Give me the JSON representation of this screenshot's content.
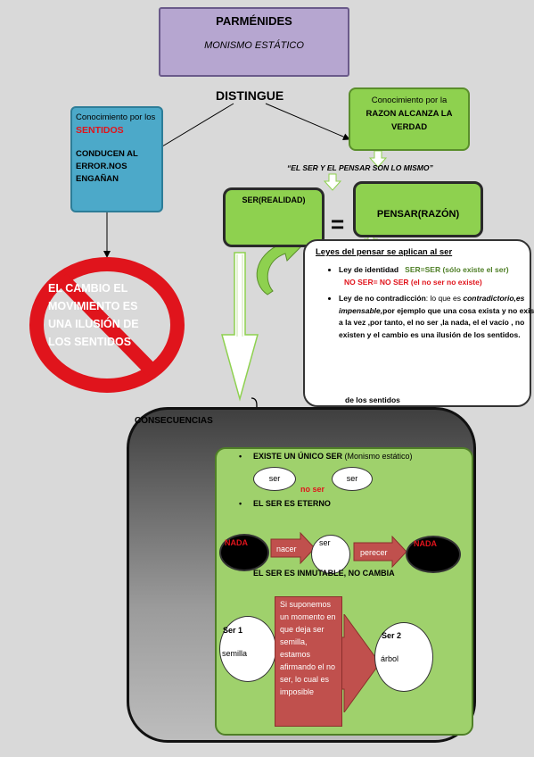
{
  "title_box": {
    "title": "PARMÉNIDES",
    "subtitle": "MONISMO ESTÁTICO"
  },
  "distingue": "DISTINGUE",
  "sentidos": {
    "line1": "Conocimiento por los",
    "highlight": "SENTIDOS",
    "body": "CONDUCEN AL ERROR.NOS ENGAÑAN"
  },
  "razon": {
    "line1": "Conocimiento por   la",
    "body": "RAZON ALCANZA LA VERDAD"
  },
  "quote": "“EL SER Y EL PENSAR SON LO MISMO”",
  "ser_box": "SER(REALIDAD)",
  "equals": "=",
  "pensar_box": "PENSAR(RAZÓN)",
  "leyes": {
    "heading": "Leyes del pensar se aplican al ser",
    "law1_label": "Ley de identidad",
    "law1_formula": "SER=SER  (sólo existe el ser)",
    "law1_red": "NO SER=  NO SER (el no ser no existe)",
    "law2_label": "Ley de no contradicción",
    "law2_text1": ": lo que es ",
    "law2_italic": "contradictorio,es impensable,",
    "law2_text2": "por ejemplo que una cosa exista y no exista a la vez ,por tanto, el no ser ,la nada, el el vacío , no existen y el cambio es una ilusión de los sentidos.",
    "footer": "de los sentidos"
  },
  "prohibition_text": "EL CAMBIO EL MOVIMIENTO ES UNA ILUSIÓN DE LOS SENTIDOS",
  "consecuencias": {
    "label": "CONSECUENCIAS",
    "item1_bold": "EXISTE UN ÚNICO SER",
    "item1_rest": " (Monismo estático)",
    "ser_oval_1": "ser",
    "ser_oval_2": "ser",
    "no_ser": "no ser",
    "item2": "EL SER ES ETERNO",
    "nada_left": "NADA",
    "nacer": "nacer",
    "ser_center": "ser",
    "perecer": "perecer",
    "nada_right": "NADA",
    "item3": "EL SER ES INMUTABLE,  NO CAMBIA",
    "ser1_label": "Ser 1",
    "ser1_sub": "semilla",
    "ser2_label": "Ser 2",
    "ser2_sub": "árbol",
    "red_box_text": "Si suponemos un momento en que deja ser semilla, estamos afirmando el no ser, lo cual es imposible"
  }
}
